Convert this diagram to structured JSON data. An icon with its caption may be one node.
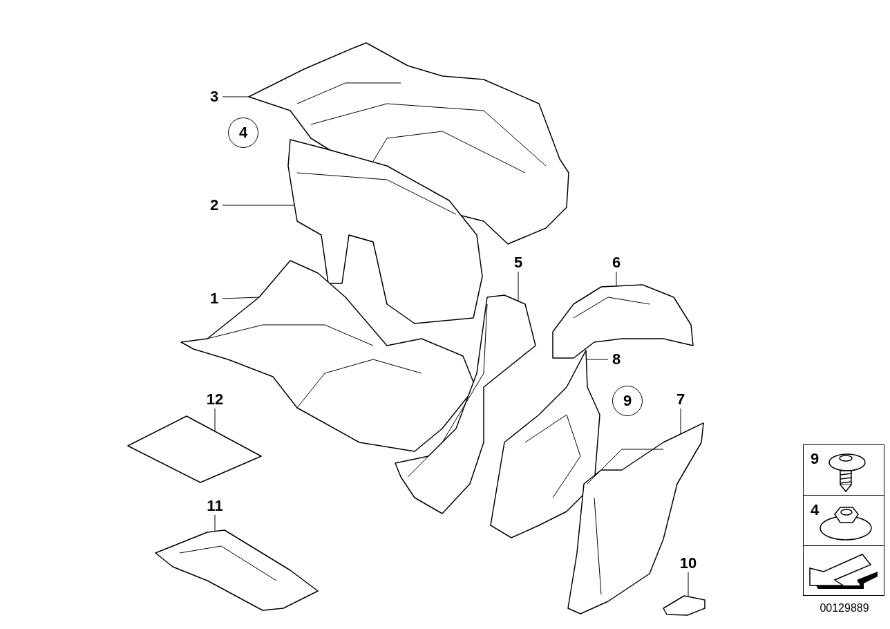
{
  "diagram": {
    "nodes": [
      {
        "text": [
          "3"
        ]
      },
      {
        "text": [],
        "shape": "picture"
      },
      {
        "text": [
          "2"
        ]
      },
      {
        "text": [],
        "shape": "picture"
      },
      {
        "text": [
          "1"
        ]
      },
      {
        "text": [],
        "shape": "picture"
      },
      {
        "text": [
          "5"
        ]
      },
      {
        "text": [],
        "shape": "picture"
      },
      {
        "text": [
          "6"
        ]
      },
      {
        "text": [],
        "shape": "picture"
      },
      {
        "text": [
          "8"
        ]
      },
      {
        "text": [],
        "shape": "picture"
      },
      {
        "text": [
          "7"
        ]
      },
      {
        "text": [],
        "shape": "picture"
      },
      {
        "text": [
          "12"
        ]
      },
      {
        "text": [],
        "shape": "picture"
      },
      {
        "text": [
          "11"
        ]
      },
      {
        "text": [],
        "shape": "picture"
      },
      {
        "text": [
          "10"
        ]
      },
      {
        "text": [],
        "shape": "picture"
      }
    ],
    "edges": [
      {
        "from": 0,
        "to": 1,
        "arrow": "none"
      },
      {
        "from": 2,
        "to": 3,
        "arrow": "none"
      },
      {
        "from": 4,
        "to": 5,
        "arrow": "none"
      },
      {
        "from": 6,
        "to": 7,
        "arrow": "none"
      },
      {
        "from": 8,
        "to": 9,
        "arrow": "none"
      },
      {
        "from": 10,
        "to": 11,
        "arrow": "none"
      },
      {
        "from": 12,
        "to": 13,
        "arrow": "none"
      },
      {
        "from": 14,
        "to": 15,
        "arrow": "none"
      },
      {
        "from": 16,
        "to": 17,
        "arrow": "none"
      },
      {
        "from": 18,
        "to": 19,
        "arrow": "none"
      }
    ],
    "labels": [
      "4",
      "9",
      "9",
      "4",
      "00129889"
    ]
  }
}
